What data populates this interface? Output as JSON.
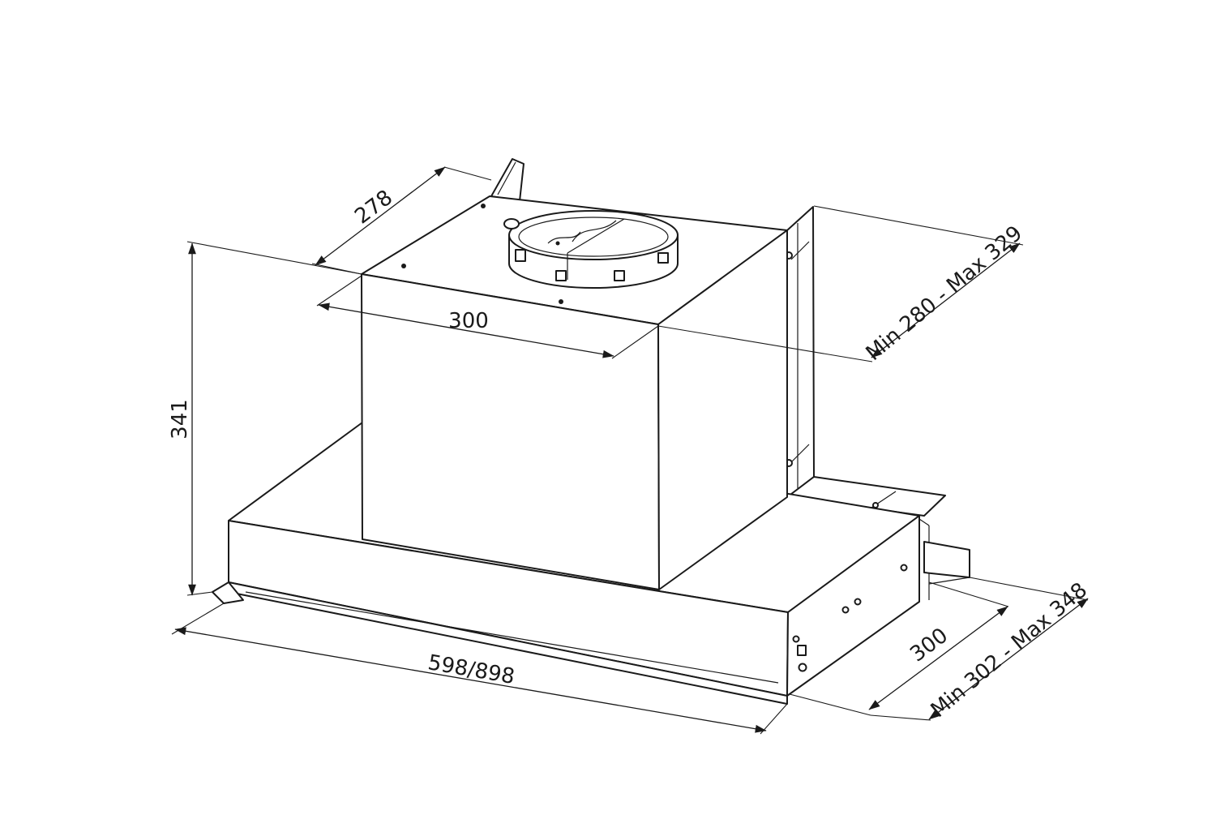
{
  "diagram": {
    "dimensions": {
      "height": "341",
      "top_depth": "278",
      "chimney_width": "300",
      "bracket_range": "Min 280 - Max 329",
      "body_width": "598/898",
      "bottom_depth": "300",
      "extended_range": "Min 302 - Max 348"
    }
  }
}
